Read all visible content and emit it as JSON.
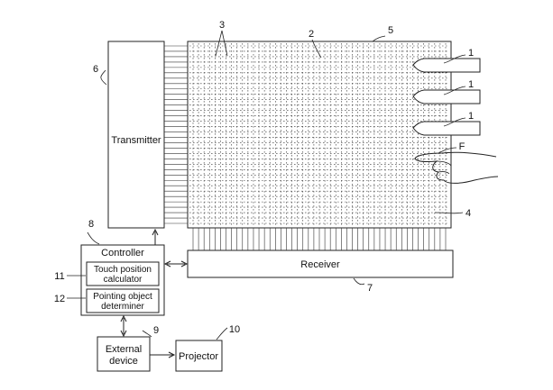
{
  "blocks": {
    "transmitter": "Transmitter",
    "receiver": "Receiver",
    "controller": "Controller",
    "touch_calc_line1": "Touch position",
    "touch_calc_line2": "calculator",
    "pointing_line1": "Pointing object",
    "pointing_line2": "determiner",
    "external_line1": "External",
    "external_line2": "device",
    "projector": "Projector"
  },
  "refs": {
    "pointer_a": "1",
    "pointer_b": "1",
    "pointer_c": "1",
    "grid": "2",
    "emitted_beams": "3",
    "received_beams": "4",
    "touch_panel": "5",
    "transmitter": "6",
    "receiver": "7",
    "controller": "8",
    "external_device": "9",
    "projector": "10",
    "touch_calc": "11",
    "pointing_det": "12",
    "finger": "F"
  }
}
